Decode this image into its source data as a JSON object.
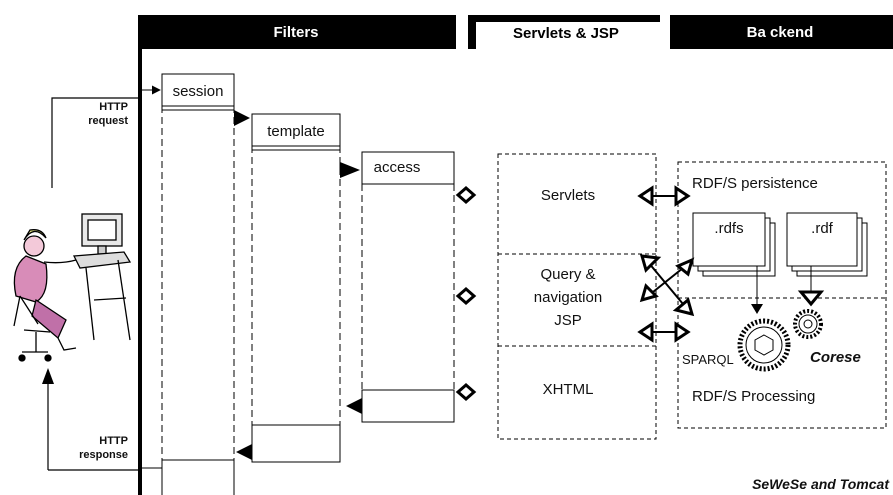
{
  "headers": {
    "filters": "Filters",
    "servlets_jsp": "Servlets & JSP",
    "backend": "Ba ckend"
  },
  "filters": {
    "session": "session",
    "template": "template",
    "access": "access"
  },
  "http": {
    "request_line1": "HTTP",
    "request_line2": "request",
    "response_line1": "HTTP",
    "response_line2": "response"
  },
  "servlets": {
    "servlets": "Servlets",
    "query_line1": "Query &",
    "query_line2": "navigation",
    "query_line3": "JSP",
    "xhtml": "XHTML"
  },
  "backend": {
    "persistence": "RDF/S persistence",
    "rdfs": ".rdfs",
    "rdf": ".rdf",
    "sparql": "SPARQL",
    "corese": "Corese",
    "processing": "RDF/S Processing"
  },
  "footer": {
    "caption": "SeWeSe and Tomcat"
  },
  "icons": {
    "user": "user-at-computer-icon",
    "gear_large": "gear-icon",
    "gear_small": "gear-icon",
    "link_arrows": "double-arrow-icon"
  }
}
